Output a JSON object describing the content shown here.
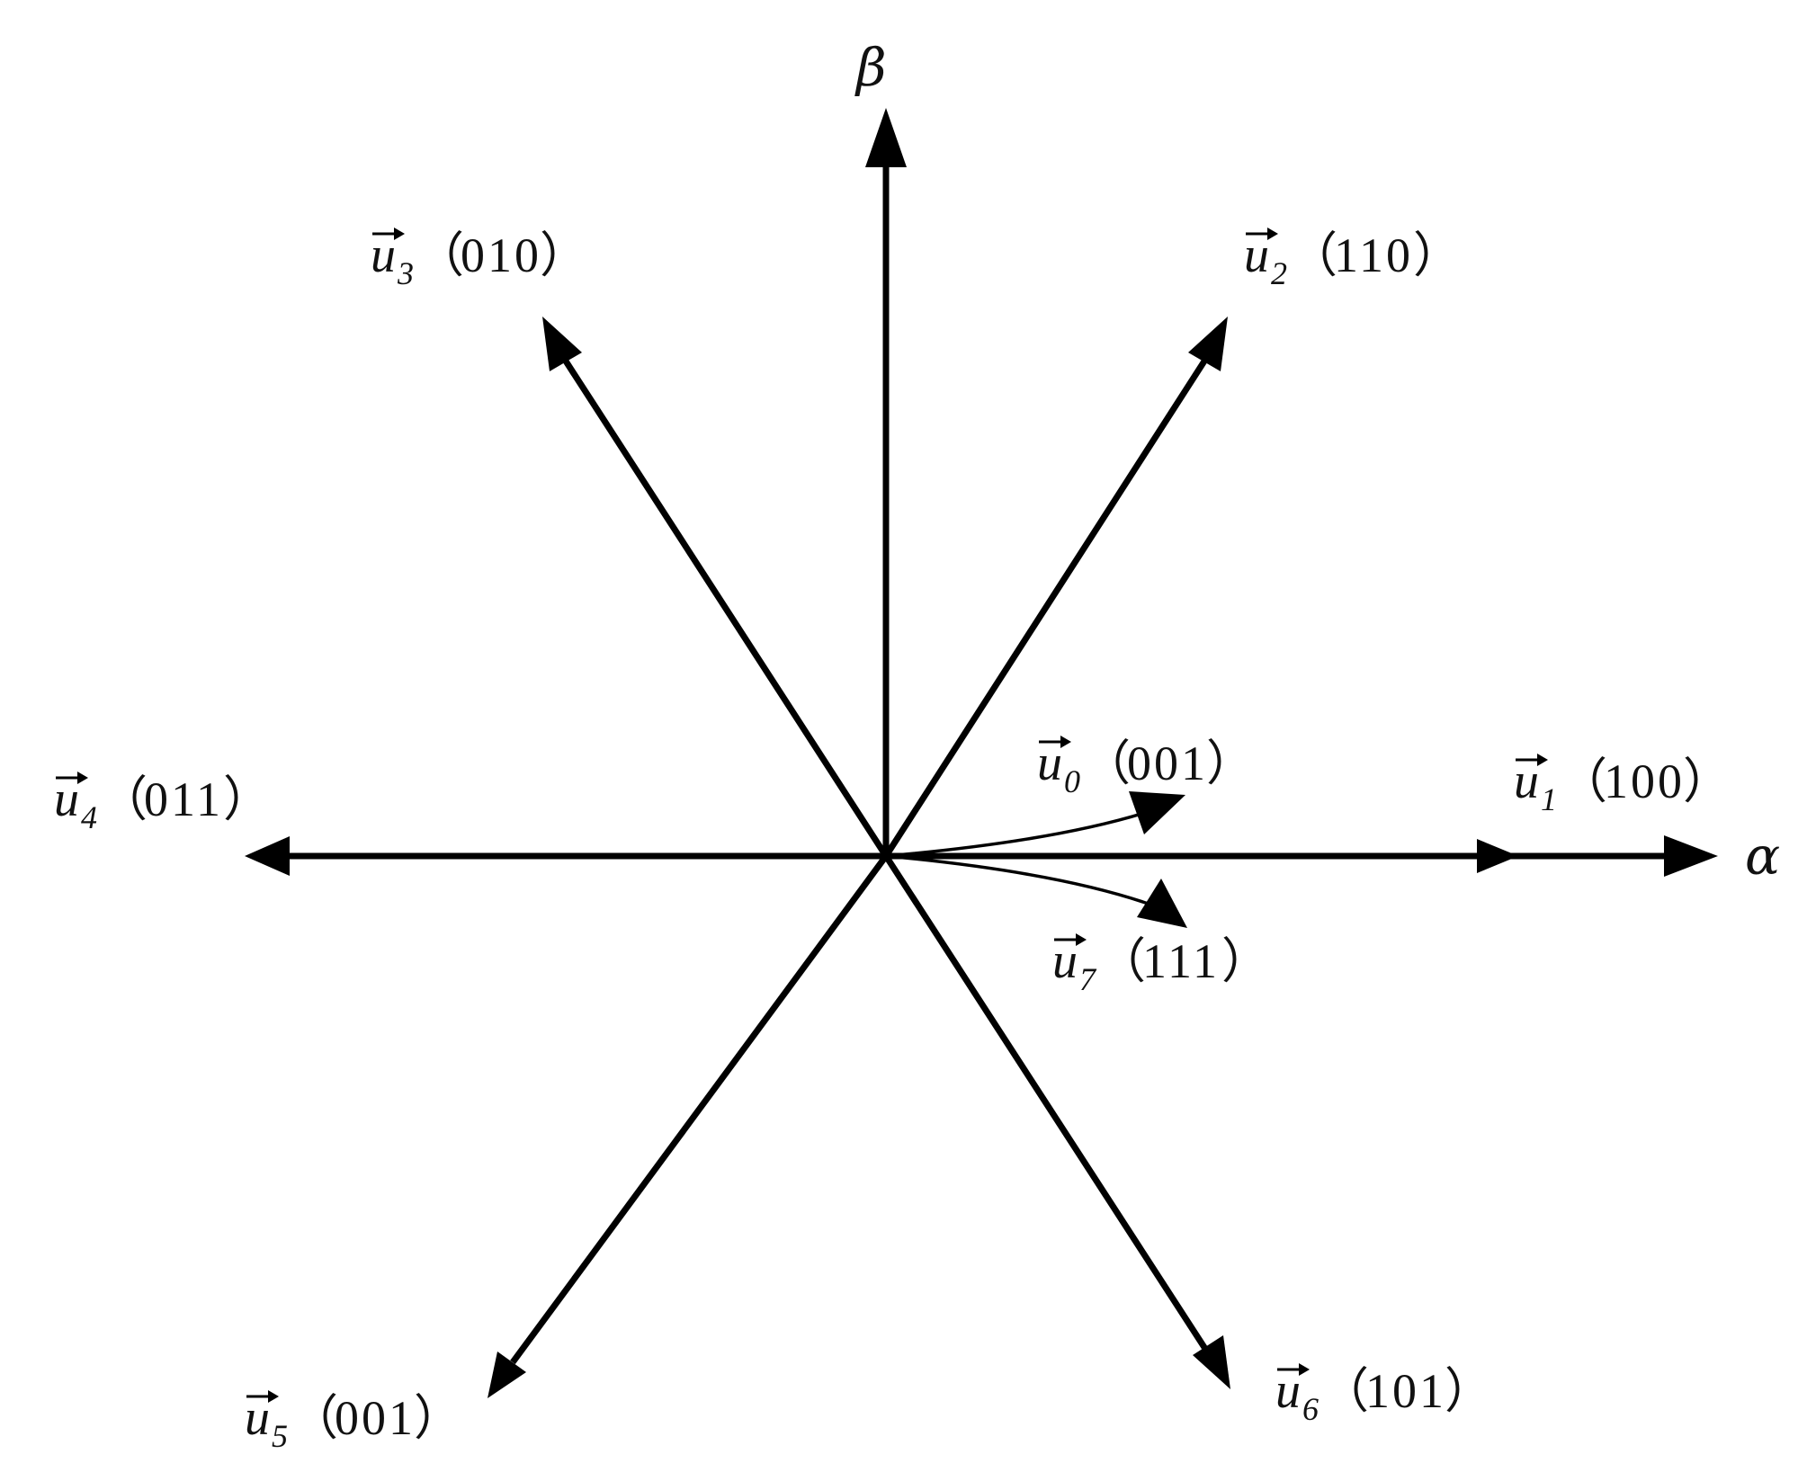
{
  "axes": {
    "horizontal_label": "α",
    "vertical_label": "β"
  },
  "vectors": [
    {
      "id": "u1",
      "symbol": "u",
      "subscript": "1",
      "code": "100"
    },
    {
      "id": "u2",
      "symbol": "u",
      "subscript": "2",
      "code": "110"
    },
    {
      "id": "u3",
      "symbol": "u",
      "subscript": "3",
      "code": "010"
    },
    {
      "id": "u4",
      "symbol": "u",
      "subscript": "4",
      "code": "011"
    },
    {
      "id": "u5",
      "symbol": "u",
      "subscript": "5",
      "code": "001"
    },
    {
      "id": "u6",
      "symbol": "u",
      "subscript": "6",
      "code": "101"
    },
    {
      "id": "u0",
      "symbol": "u",
      "subscript": "0",
      "code": "001"
    },
    {
      "id": "u7",
      "symbol": "u",
      "subscript": "7",
      "code": "111"
    }
  ],
  "colors": {
    "stroke": "#000000",
    "text": "#111111",
    "background": "#ffffff"
  }
}
